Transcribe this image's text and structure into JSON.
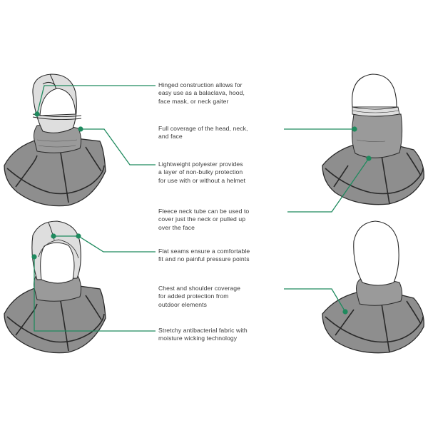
{
  "colors": {
    "accent_green": "#1f8a5e",
    "fabric_dark": "#8e8e8e",
    "fabric_light": "#dedede",
    "outline": "#2a2a2a",
    "text": "#3a3a3a",
    "background": "#ffffff"
  },
  "figures": [
    {
      "id": "balaclava-front",
      "description": "Hood worn as balaclava with face opening"
    },
    {
      "id": "neck-gaiter-pulled-up",
      "description": "Fleece neck tube pulled up over face"
    },
    {
      "id": "hood-open-face",
      "description": "Hood worn with open face"
    },
    {
      "id": "neck-gaiter-only",
      "description": "Worn as neck gaiter and shoulder cover"
    }
  ],
  "callouts": [
    {
      "lines": [
        "Hinged construction allows for",
        "easy use as a balaclava, hood,",
        "face mask, or neck gaiter"
      ]
    },
    {
      "lines": [
        "Full coverage of the head, neck,",
        "and face"
      ]
    },
    {
      "lines": [
        "Lightweight polyester provides",
        "a layer of non-bulky protection",
        "for use with or without a helmet"
      ]
    },
    {
      "lines": [
        "Fleece neck tube can be used to",
        "cover just the neck or pulled up",
        "over the face"
      ]
    },
    {
      "lines": [
        "Flat seams ensure a comfortable",
        "fit and no painful pressure points"
      ]
    },
    {
      "lines": [
        "Chest and shoulder coverage",
        "for added protection from",
        "outdoor elements"
      ]
    },
    {
      "lines": [
        "Stretchy antibacterial fabric with",
        "moisture wicking technology"
      ]
    }
  ]
}
